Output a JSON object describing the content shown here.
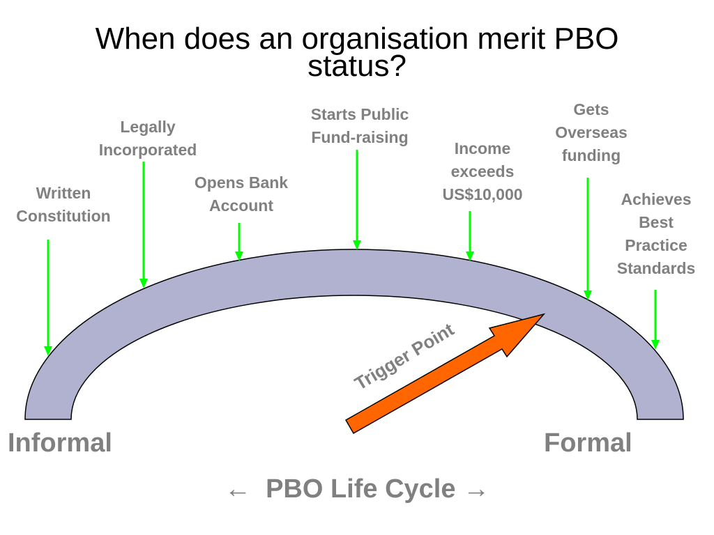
{
  "title": {
    "line1": "When does an organisation merit PBO",
    "line2": "status?"
  },
  "milestones": [
    {
      "lines": [
        "Written",
        "Constitution"
      ]
    },
    {
      "lines": [
        "Legally",
        "Incorporated"
      ]
    },
    {
      "lines": [
        "Opens Bank",
        "Account"
      ]
    },
    {
      "lines": [
        "Starts Public",
        "Fund-raising"
      ]
    },
    {
      "lines": [
        "Income",
        "exceeds",
        "US$10,000"
      ]
    },
    {
      "lines": [
        "Gets",
        "Overseas",
        "funding"
      ]
    },
    {
      "lines": [
        "Achieves",
        "Best",
        "Practice",
        "Standards"
      ]
    }
  ],
  "trigger_label": "Trigger Point",
  "ends": {
    "left": "Informal",
    "right": "Formal"
  },
  "lifecycle": {
    "left_arrow": "←",
    "label": "PBO Life Cycle",
    "right_arrow": "→"
  },
  "colors": {
    "arch_fill": "#b0b2cf",
    "arch_stroke": "#000000",
    "milestone_arrow": "#00ff00",
    "trigger_arrow": "#ff6600",
    "label_text": "#808080"
  }
}
